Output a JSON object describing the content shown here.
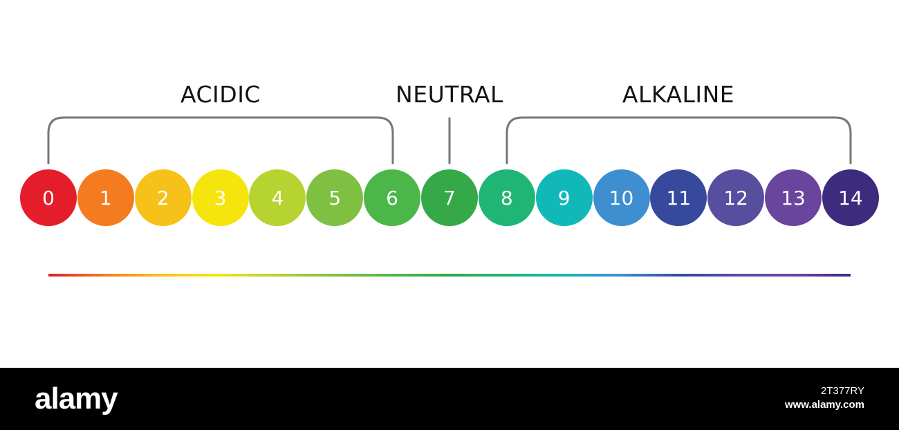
{
  "groups": {
    "acidic": "ACIDIC",
    "neutral": "NEUTRAL",
    "alkaline": "ALKALINE"
  },
  "scale": [
    {
      "value": "0",
      "color": "#e41d2b"
    },
    {
      "value": "1",
      "color": "#f47b20"
    },
    {
      "value": "2",
      "color": "#f6c21a"
    },
    {
      "value": "3",
      "color": "#f5e50c"
    },
    {
      "value": "4",
      "color": "#b7d332"
    },
    {
      "value": "5",
      "color": "#7fbf42"
    },
    {
      "value": "6",
      "color": "#4cb749"
    },
    {
      "value": "7",
      "color": "#35a848"
    },
    {
      "value": "8",
      "color": "#1fb574"
    },
    {
      "value": "9",
      "color": "#10b8b8"
    },
    {
      "value": "10",
      "color": "#3f8fd0"
    },
    {
      "value": "11",
      "color": "#36499c"
    },
    {
      "value": "12",
      "color": "#574e9f"
    },
    {
      "value": "13",
      "color": "#6a459e"
    },
    {
      "value": "14",
      "color": "#3d2b7d"
    }
  ],
  "bracket_color": "#777777",
  "footer": {
    "logo": "alamy",
    "image_id": "2T377RY",
    "site": "www.alamy.com"
  }
}
